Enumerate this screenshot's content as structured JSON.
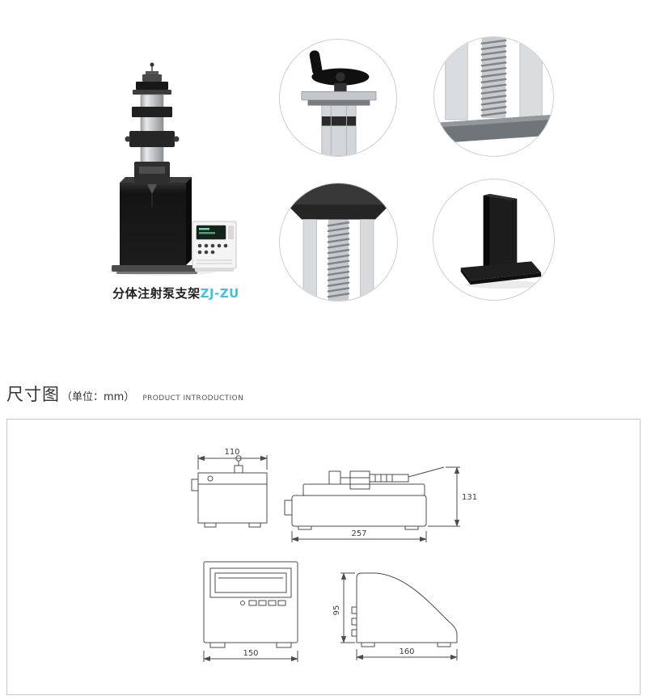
{
  "product": {
    "caption": "分体注射泵支架",
    "model": "ZJ-ZU",
    "model_color": "#3fc3dd"
  },
  "details": [
    {
      "name": "crank-handle-detail"
    },
    {
      "name": "lead-screw-rail-detail"
    },
    {
      "name": "screw-column-detail"
    },
    {
      "name": "base-stand-detail"
    }
  ],
  "section": {
    "title": "尺寸图",
    "unit": "（单位：mm）",
    "subtitle": "PRODUCT INTRODUCTION"
  },
  "drawings": {
    "front_view": {
      "width": "110"
    },
    "side_view": {
      "length": "257",
      "height": "131"
    },
    "controller_front": {
      "width": "150"
    },
    "controller_side": {
      "length": "160",
      "height": "95"
    }
  }
}
